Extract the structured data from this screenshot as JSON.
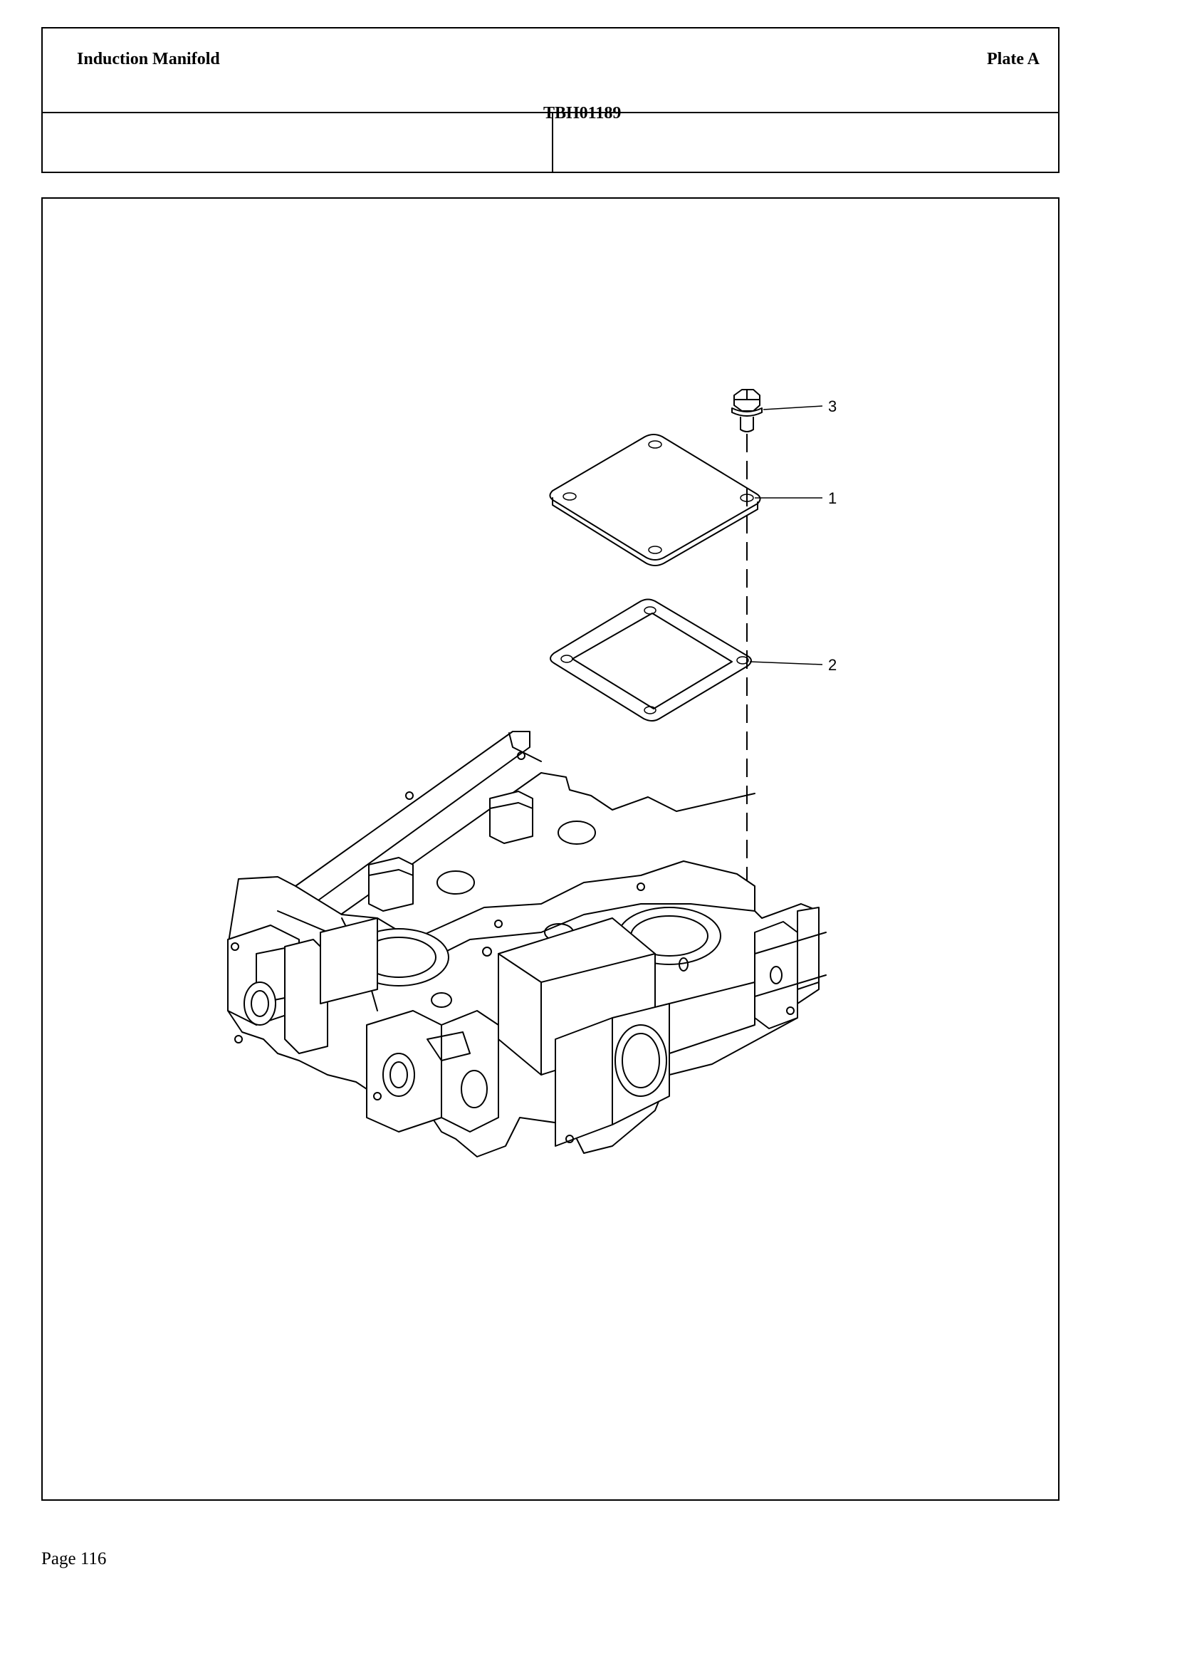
{
  "header": {
    "title": "Induction Manifold",
    "plate": "Plate A",
    "code": "TBH01189"
  },
  "figure": {
    "callouts": [
      {
        "id": "callout-3",
        "label": "3"
      },
      {
        "id": "callout-1",
        "label": "1"
      },
      {
        "id": "callout-2",
        "label": "2"
      }
    ]
  },
  "footer": {
    "page": "Page 116"
  }
}
